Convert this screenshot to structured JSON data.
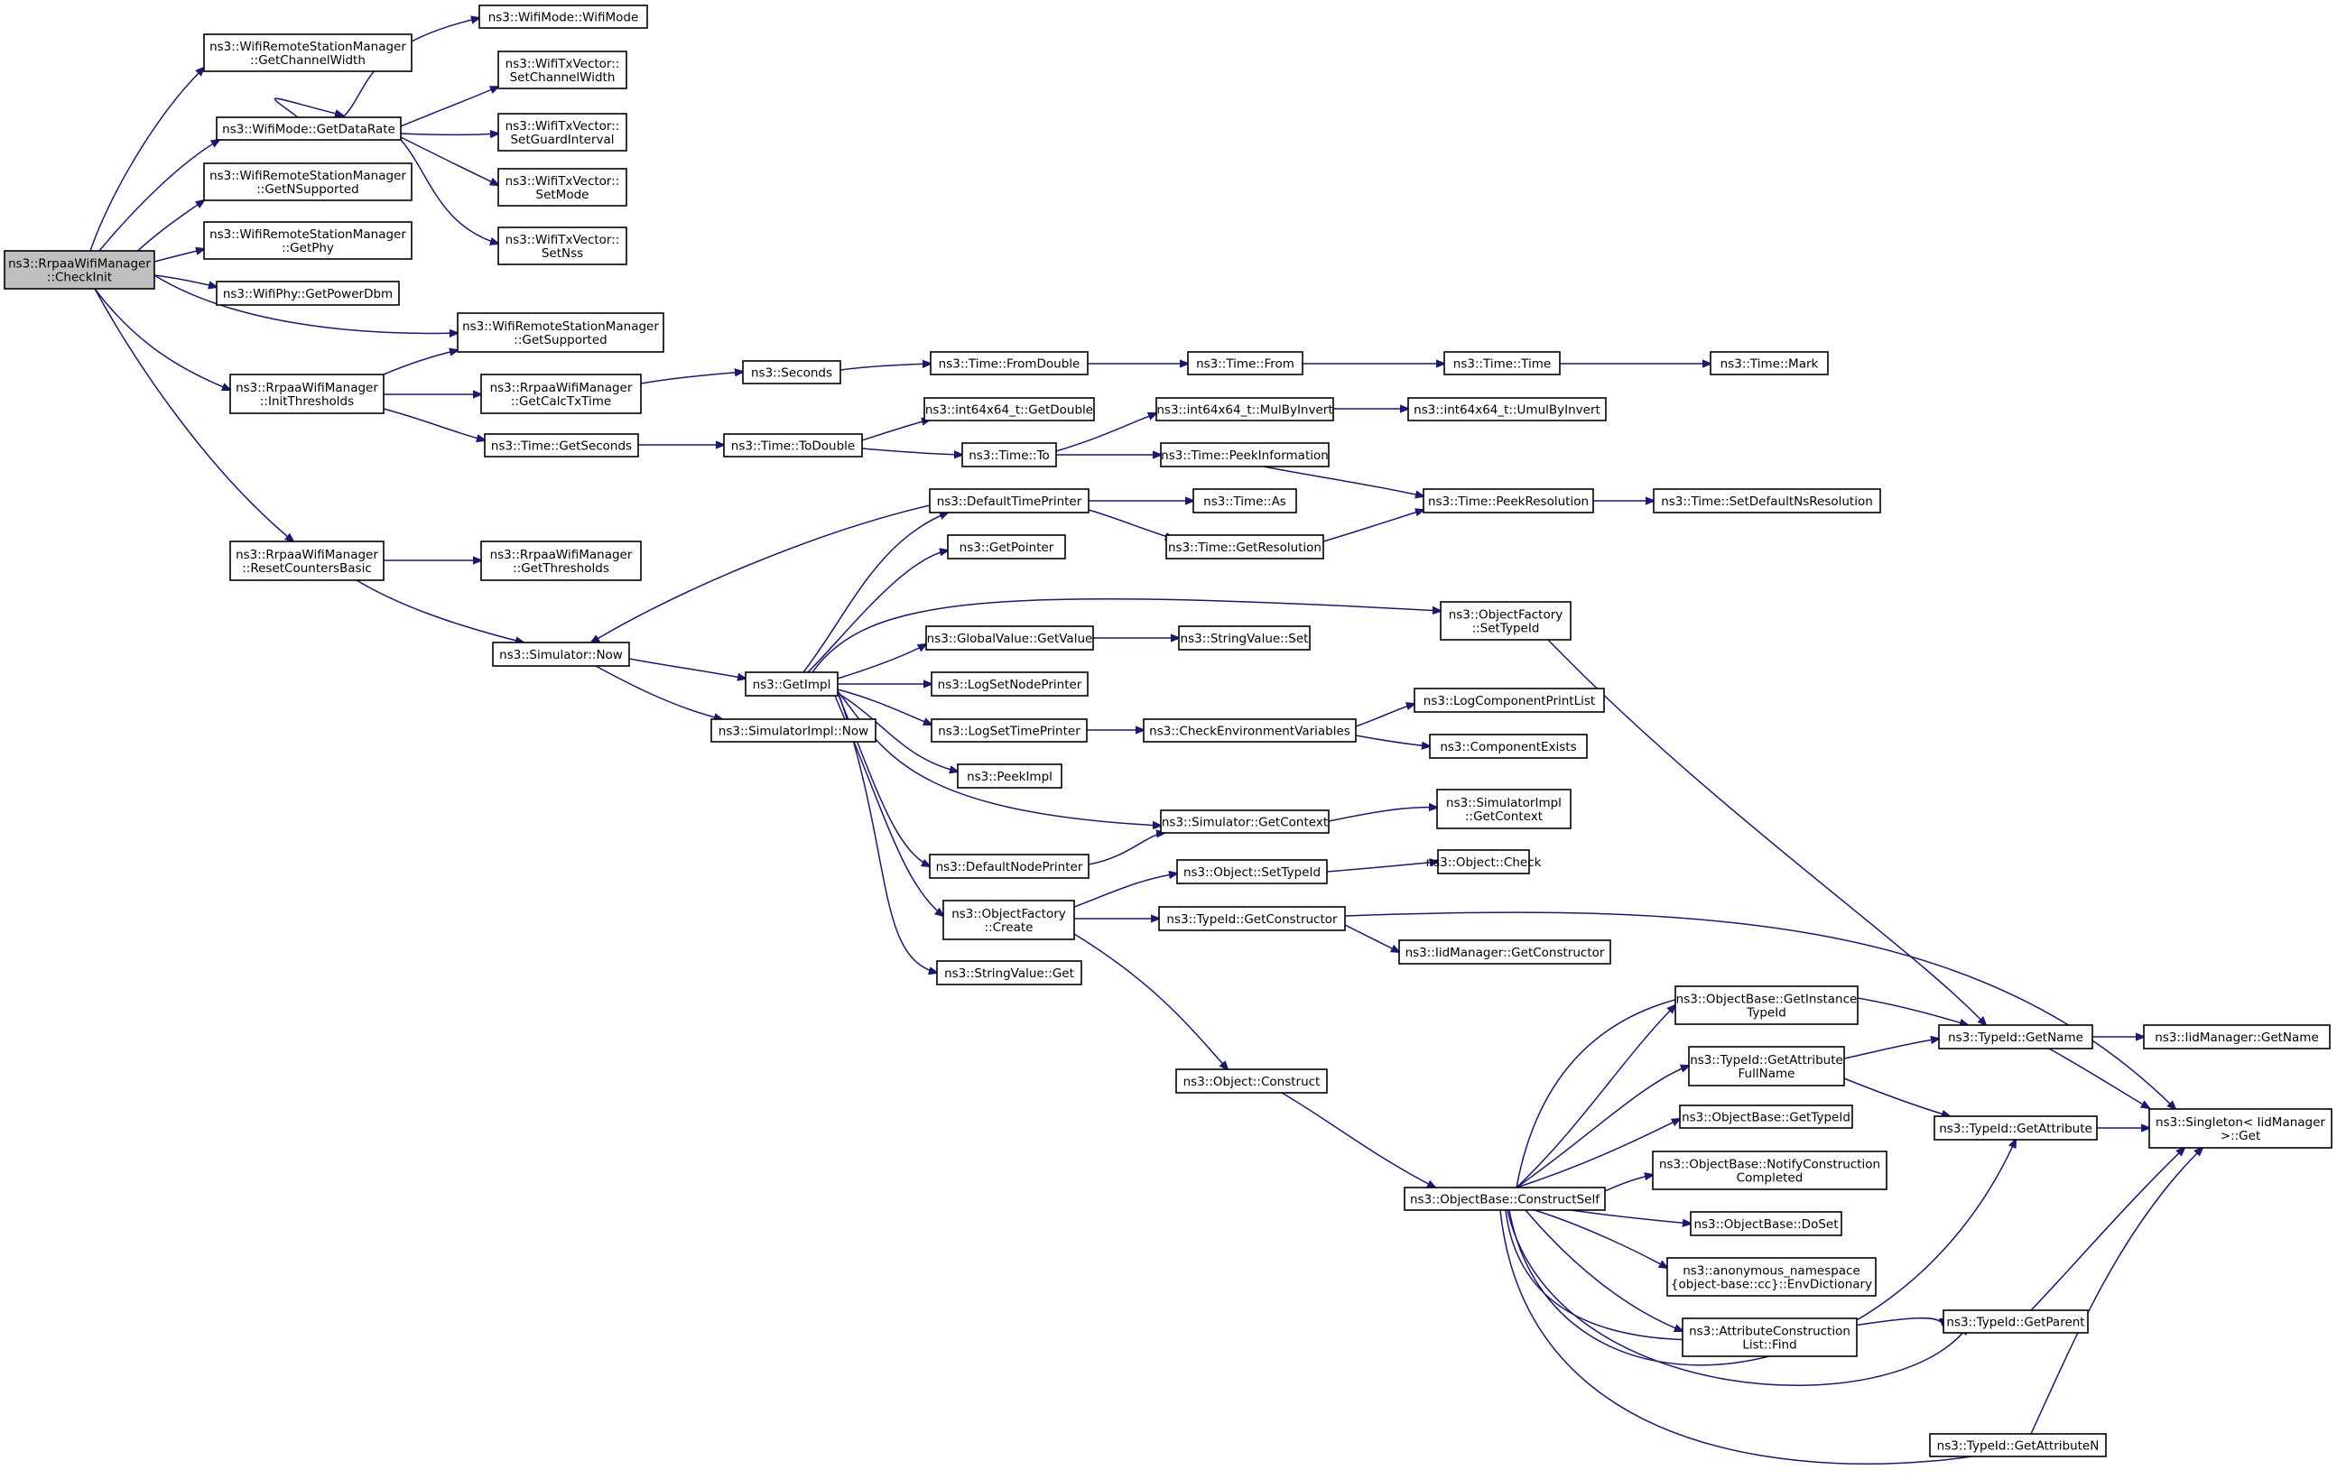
{
  "colors": {
    "edge": "#191970",
    "node_border": "#000000",
    "truncated_border": "#ff0000",
    "root_fill": "#bfbfbf",
    "node_fill": "#ffffff"
  },
  "nodes": [
    {
      "id": "checkinit",
      "lines": [
        "ns3::RrpaaWifiManager",
        "::CheckInit"
      ],
      "root": true
    },
    {
      "id": "getchannelwidth",
      "lines": [
        "ns3::WifiRemoteStationManager",
        "::GetChannelWidth"
      ]
    },
    {
      "id": "getdatarate",
      "lines": [
        "ns3::WifiMode::GetDataRate"
      ]
    },
    {
      "id": "getnsupported",
      "lines": [
        "ns3::WifiRemoteStationManager",
        "::GetNSupported"
      ]
    },
    {
      "id": "getphy",
      "lines": [
        "ns3::WifiRemoteStationManager",
        "::GetPhy"
      ]
    },
    {
      "id": "getpowerdbm",
      "lines": [
        "ns3::WifiPhy::GetPowerDbm"
      ]
    },
    {
      "id": "getsupported",
      "lines": [
        "ns3::WifiRemoteStationManager",
        "::GetSupported"
      ]
    },
    {
      "id": "initthresholds",
      "lines": [
        "ns3::RrpaaWifiManager",
        "::InitThresholds"
      ]
    },
    {
      "id": "resetcounters",
      "lines": [
        "ns3::RrpaaWifiManager",
        "::ResetCountersBasic"
      ]
    },
    {
      "id": "wifimode",
      "lines": [
        "ns3::WifiMode::WifiMode"
      ]
    },
    {
      "id": "setchannelwidth",
      "lines": [
        "ns3::WifiTxVector::",
        "SetChannelWidth"
      ]
    },
    {
      "id": "setguardinterval",
      "lines": [
        "ns3::WifiTxVector::",
        "SetGuardInterval"
      ]
    },
    {
      "id": "setmode",
      "lines": [
        "ns3::WifiTxVector::",
        "SetMode"
      ]
    },
    {
      "id": "setnss",
      "lines": [
        "ns3::WifiTxVector::",
        "SetNss"
      ]
    },
    {
      "id": "getcalctxtime",
      "lines": [
        "ns3::RrpaaWifiManager",
        "::GetCalcTxTime"
      ]
    },
    {
      "id": "getseconds",
      "lines": [
        "ns3::Time::GetSeconds"
      ]
    },
    {
      "id": "getthresholds",
      "lines": [
        "ns3::RrpaaWifiManager",
        "::GetThresholds"
      ]
    },
    {
      "id": "simnow",
      "lines": [
        "ns3::Simulator::Now"
      ]
    },
    {
      "id": "seconds",
      "lines": [
        "ns3::Seconds"
      ]
    },
    {
      "id": "todouble",
      "lines": [
        "ns3::Time::ToDouble"
      ]
    },
    {
      "id": "getimpl",
      "lines": [
        "ns3::GetImpl"
      ]
    },
    {
      "id": "simimplnow",
      "lines": [
        "ns3::SimulatorImpl::Now"
      ]
    },
    {
      "id": "fromdouble",
      "lines": [
        "ns3::Time::FromDouble"
      ]
    },
    {
      "id": "int64getdouble",
      "lines": [
        "ns3::int64x64_t::GetDouble"
      ]
    },
    {
      "id": "timeto",
      "lines": [
        "ns3::Time::To"
      ]
    },
    {
      "id": "defaulttimeprinter",
      "lines": [
        "ns3::DefaultTimePrinter"
      ]
    },
    {
      "id": "getpointer",
      "lines": [
        "ns3::GetPointer"
      ]
    },
    {
      "id": "globalgetvalue",
      "lines": [
        "ns3::GlobalValue::GetValue"
      ]
    },
    {
      "id": "logsetnodeprinter",
      "lines": [
        "ns3::LogSetNodePrinter"
      ]
    },
    {
      "id": "logsettimeprinter",
      "lines": [
        "ns3::LogSetTimePrinter"
      ]
    },
    {
      "id": "peekimpl",
      "lines": [
        "ns3::PeekImpl"
      ]
    },
    {
      "id": "defaultnodeprinter",
      "lines": [
        "ns3::DefaultNodePrinter"
      ]
    },
    {
      "id": "objfactorycreate",
      "lines": [
        "ns3::ObjectFactory",
        "::Create"
      ]
    },
    {
      "id": "stringvalueget",
      "lines": [
        "ns3::StringValue::Get"
      ]
    },
    {
      "id": "timefrom",
      "lines": [
        "ns3::Time::From"
      ]
    },
    {
      "id": "mulbyinvert",
      "lines": [
        "ns3::int64x64_t::MulByInvert"
      ]
    },
    {
      "id": "peekinformation",
      "lines": [
        "ns3::Time::PeekInformation"
      ]
    },
    {
      "id": "timeas",
      "lines": [
        "ns3::Time::As"
      ]
    },
    {
      "id": "getresolution",
      "lines": [
        "ns3::Time::GetResolution"
      ]
    },
    {
      "id": "stringvalueset",
      "lines": [
        "ns3::StringValue::Set"
      ]
    },
    {
      "id": "checkenv",
      "lines": [
        "ns3::CheckEnvironmentVariables"
      ]
    },
    {
      "id": "simgetcontext",
      "lines": [
        "ns3::Simulator::GetContext"
      ]
    },
    {
      "id": "objsettypeid",
      "lines": [
        "ns3::Object::SetTypeId"
      ]
    },
    {
      "id": "typeidgetconstructor",
      "lines": [
        "ns3::TypeId::GetConstructor"
      ]
    },
    {
      "id": "objconstruct",
      "lines": [
        "ns3::Object::Construct"
      ]
    },
    {
      "id": "timetime",
      "lines": [
        "ns3::Time::Time"
      ]
    },
    {
      "id": "umulbyinvert",
      "lines": [
        "ns3::int64x64_t::UmulByInvert"
      ]
    },
    {
      "id": "peekresolution",
      "lines": [
        "ns3::Time::PeekResolution"
      ]
    },
    {
      "id": "objfactorysettypeid",
      "lines": [
        "ns3::ObjectFactory",
        "::SetTypeId"
      ]
    },
    {
      "id": "logcomponentprintlist",
      "lines": [
        "ns3::LogComponentPrintList"
      ],
      "truncated": true
    },
    {
      "id": "componentexists",
      "lines": [
        "ns3::ComponentExists"
      ],
      "truncated": true
    },
    {
      "id": "simimplgetcontext",
      "lines": [
        "ns3::SimulatorImpl",
        "::GetContext"
      ]
    },
    {
      "id": "objcheck",
      "lines": [
        "ns3::Object::Check"
      ],
      "truncated": true
    },
    {
      "id": "iidgetconstructor",
      "lines": [
        "ns3::IidManager::GetConstructor"
      ],
      "truncated": true
    },
    {
      "id": "constructself",
      "lines": [
        "ns3::ObjectBase::ConstructSelf"
      ]
    },
    {
      "id": "timemark",
      "lines": [
        "ns3::Time::Mark"
      ]
    },
    {
      "id": "setdefaultnsres",
      "lines": [
        "ns3::Time::SetDefaultNsResolution"
      ],
      "truncated": true
    },
    {
      "id": "getinstancetypeid",
      "lines": [
        "ns3::ObjectBase::GetInstance",
        "TypeId"
      ]
    },
    {
      "id": "getattributefullname",
      "lines": [
        "ns3::TypeId::GetAttribute",
        "FullName"
      ]
    },
    {
      "id": "objbasegettypeid",
      "lines": [
        "ns3::ObjectBase::GetTypeId"
      ],
      "truncated": true
    },
    {
      "id": "notifyconstruction",
      "lines": [
        "ns3::ObjectBase::NotifyConstruction",
        "Completed"
      ]
    },
    {
      "id": "doset",
      "lines": [
        "ns3::ObjectBase::DoSet"
      ]
    },
    {
      "id": "envdictionary",
      "lines": [
        "ns3::anonymous_namespace",
        "{object-base::cc}::EnvDictionary"
      ]
    },
    {
      "id": "attrconstructionfind",
      "lines": [
        "ns3::AttributeConstruction",
        "List::Find"
      ]
    },
    {
      "id": "typeidgetname",
      "lines": [
        "ns3::TypeId::GetName"
      ]
    },
    {
      "id": "typeidgetattribute",
      "lines": [
        "ns3::TypeId::GetAttribute"
      ],
      "truncated": true
    },
    {
      "id": "typeidgetparent",
      "lines": [
        "ns3::TypeId::GetParent"
      ],
      "truncated": true
    },
    {
      "id": "typeidgetattributen",
      "lines": [
        "ns3::TypeId::GetAttributeN"
      ],
      "truncated": true
    },
    {
      "id": "iidgetname",
      "lines": [
        "ns3::IidManager::GetName"
      ],
      "truncated": true
    },
    {
      "id": "singletonget",
      "lines": [
        "ns3::Singleton< IidManager",
        ">::Get"
      ]
    }
  ]
}
